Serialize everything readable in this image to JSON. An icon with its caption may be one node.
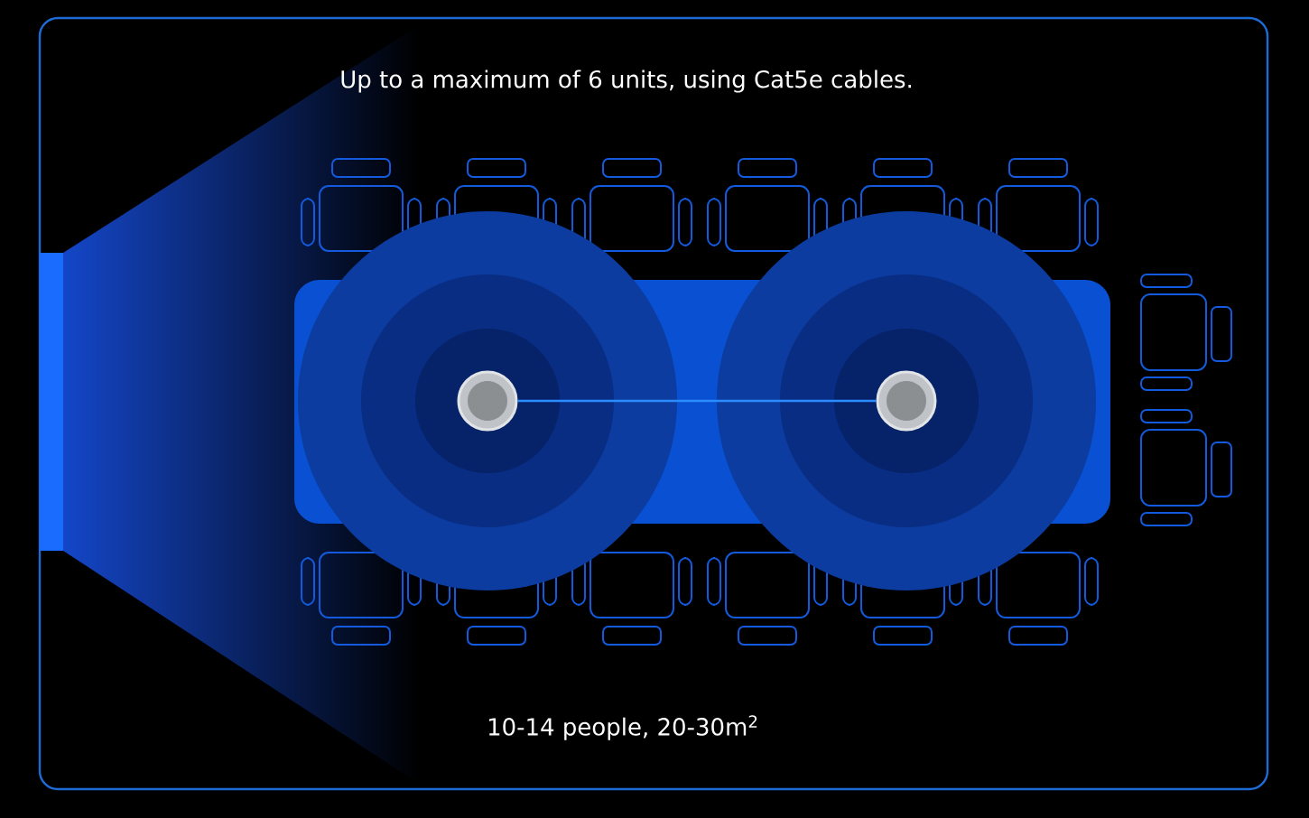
{
  "diagram": {
    "title": "Up to a maximum of 6 units, using Cat5e cables.",
    "nodes": [
      {
        "text": [],
        "shape": "circle"
      },
      {
        "text": [],
        "shape": "circle"
      }
    ],
    "edges": [
      {
        "from": 0,
        "to": 1,
        "arrow": "none"
      }
    ],
    "labels": [
      "10-14 people, 20-30m$^{2}$"
    ]
  }
}
